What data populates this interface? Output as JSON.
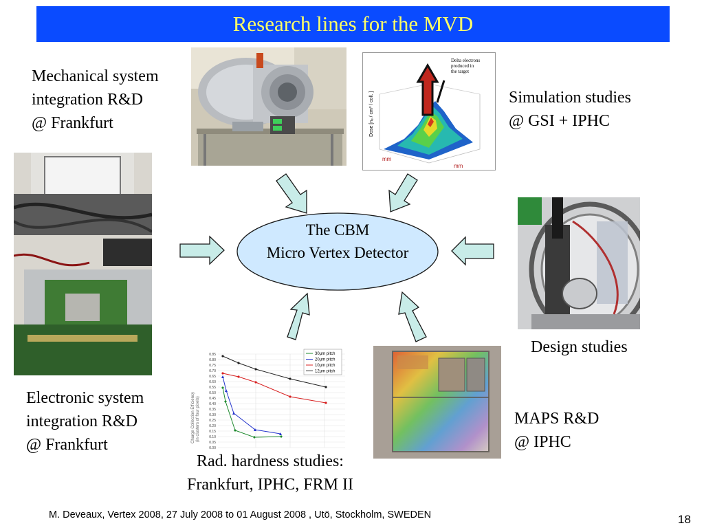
{
  "slide": {
    "title": "Research lines for the MVD",
    "center_line1": "The CBM",
    "center_line2": "Micro Vertex Detector",
    "mech": [
      "Mechanical system",
      "integration R&D",
      "@ Frankfurt"
    ],
    "sim": [
      "Simulation studies",
      "@ GSI + IPHC"
    ],
    "elec": [
      "Electronic system",
      "integration R&D",
      "@ Frankfurt"
    ],
    "design": "Design studies",
    "maps": [
      "MAPS R&D",
      "@ IPHC"
    ],
    "rad": [
      "Rad. hardness studies:",
      "Frankfurt, IPHC, FRM II"
    ],
    "footer": "M. Deveaux, Vertex 2008, 27 July 2008 to 01 August 2008 , Utö, Stockholm, SWEDEN",
    "page_number": "18"
  },
  "sim_plot": {
    "annotation_line1": "Delta electrons",
    "annotation_line2": "produced in",
    "annotation_line3": "the target",
    "z_label": "Dose [nₑ / cm² / coll. ]",
    "x_label": "mm",
    "y_label": "mm"
  },
  "rad_plot": {
    "y_ticks": [
      "0.85",
      "0.80",
      "0.75",
      "0.70",
      "0.65",
      "0.60",
      "0.55",
      "0.50",
      "0.45",
      "0.40",
      "0.35",
      "0.30",
      "0.25",
      "0.20",
      "0.15",
      "0.10",
      "0.05",
      "0.00"
    ],
    "ylabel_line1": "Charge Collection Efficiency",
    "ylabel_line2": "(in clusters of four pixels)",
    "legend": [
      "30µm pitch",
      "20µm pitch",
      "10µm pitch",
      "12µm pitch"
    ]
  },
  "colors": {
    "title_bg": "#0a4bff",
    "title_text": "#ffff66",
    "ellipse_fill": "#cfe9ff",
    "arrow_fill": "#c8ece8"
  }
}
